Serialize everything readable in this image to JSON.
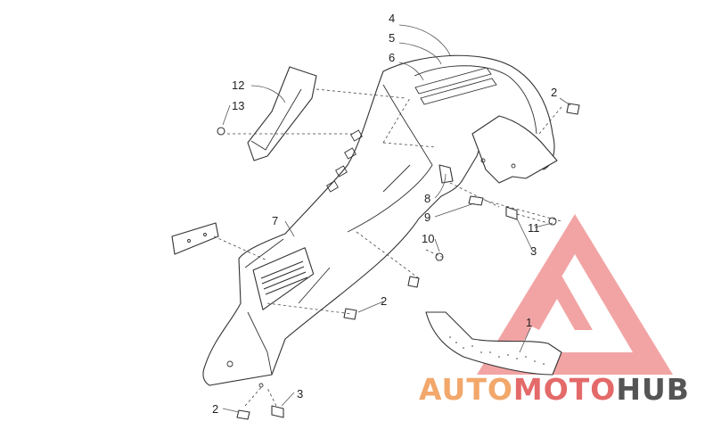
{
  "callouts": [
    {
      "id": "c4",
      "label": "4"
    },
    {
      "id": "c5",
      "label": "5"
    },
    {
      "id": "c6",
      "label": "6"
    },
    {
      "id": "c12",
      "label": "12"
    },
    {
      "id": "c13",
      "label": "13"
    },
    {
      "id": "c2a",
      "label": "2"
    },
    {
      "id": "c8",
      "label": "8"
    },
    {
      "id": "c9",
      "label": "9"
    },
    {
      "id": "c7",
      "label": "7"
    },
    {
      "id": "c10",
      "label": "10"
    },
    {
      "id": "c11",
      "label": "11"
    },
    {
      "id": "c3a",
      "label": "3"
    },
    {
      "id": "c2b",
      "label": "2"
    },
    {
      "id": "c1",
      "label": "1"
    },
    {
      "id": "c3b",
      "label": "3"
    },
    {
      "id": "c2c",
      "label": "2"
    }
  ],
  "watermark": {
    "part1": "AUTO",
    "part2": "MOTO",
    "part3": "HUB",
    "color_light": "#f2a76b",
    "color_accent": "#e46a6a",
    "color_dark": "#555555"
  }
}
